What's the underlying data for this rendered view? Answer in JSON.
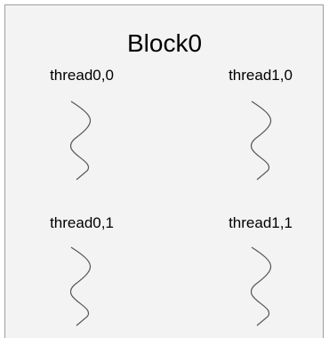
{
  "block": {
    "title": "Block0"
  },
  "threads": [
    {
      "label": "thread0,0"
    },
    {
      "label": "thread1,0"
    },
    {
      "label": "thread0,1"
    },
    {
      "label": "thread1,1"
    }
  ]
}
